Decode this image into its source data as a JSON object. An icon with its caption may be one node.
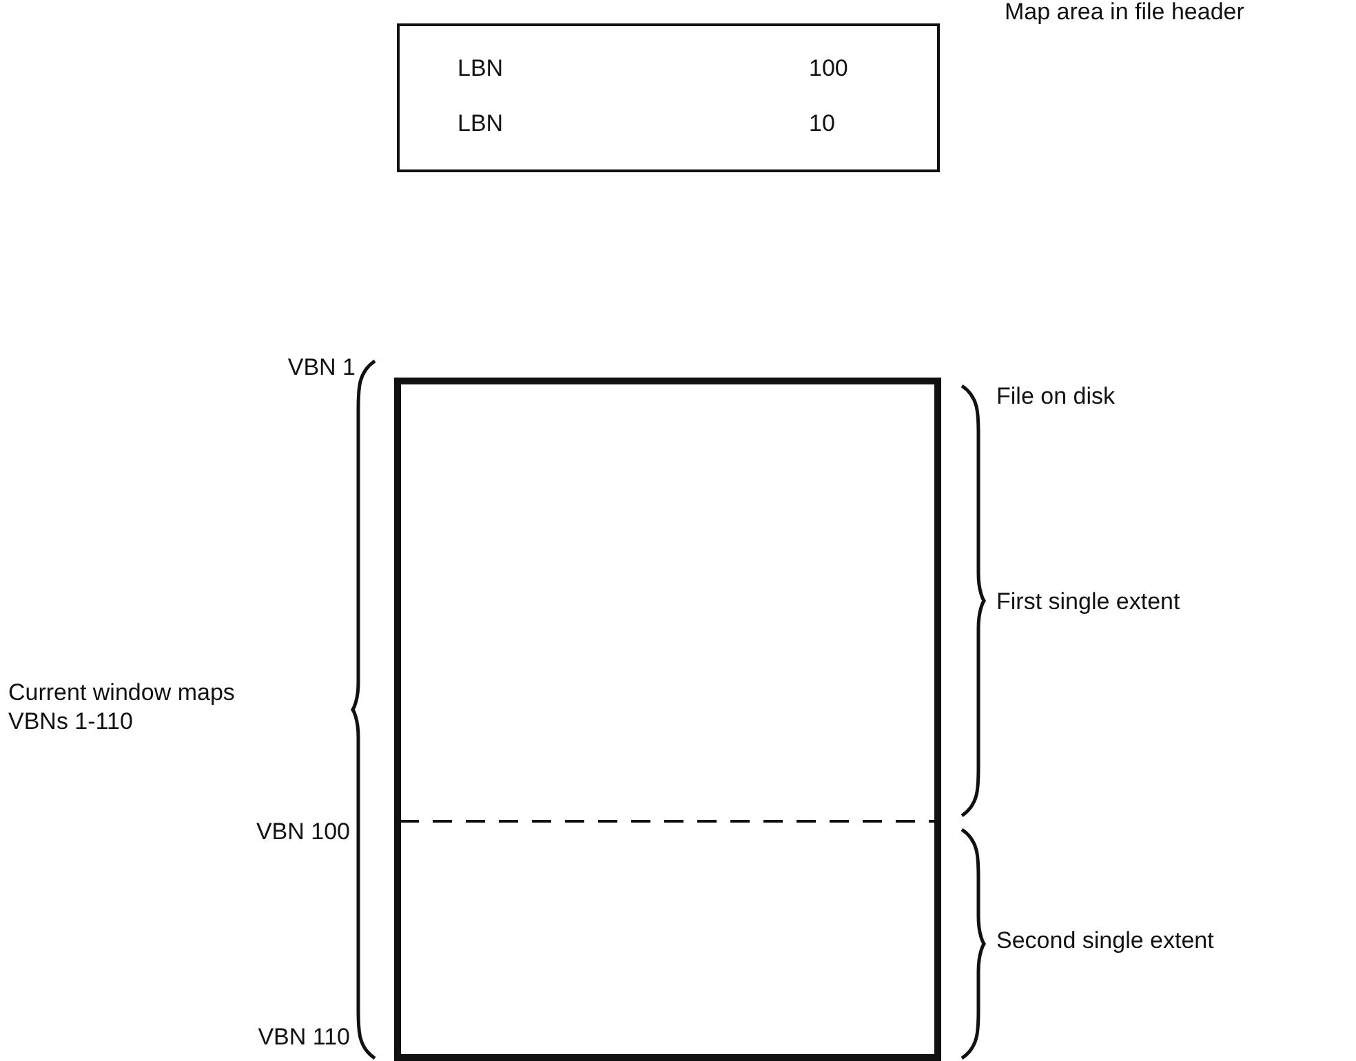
{
  "diagram": {
    "nodes": [
      {
        "text": [
          "LBN",
          "100",
          "LBN",
          "10"
        ]
      },
      {
        "text": [],
        "shape": "box"
      }
    ],
    "labels": [
      "Map area in file header",
      "VBN 1",
      "File on disk",
      "First single extent",
      "Current window maps VBNs 1-110",
      "VBN 100",
      "Second single extent",
      "VBN 110"
    ]
  }
}
